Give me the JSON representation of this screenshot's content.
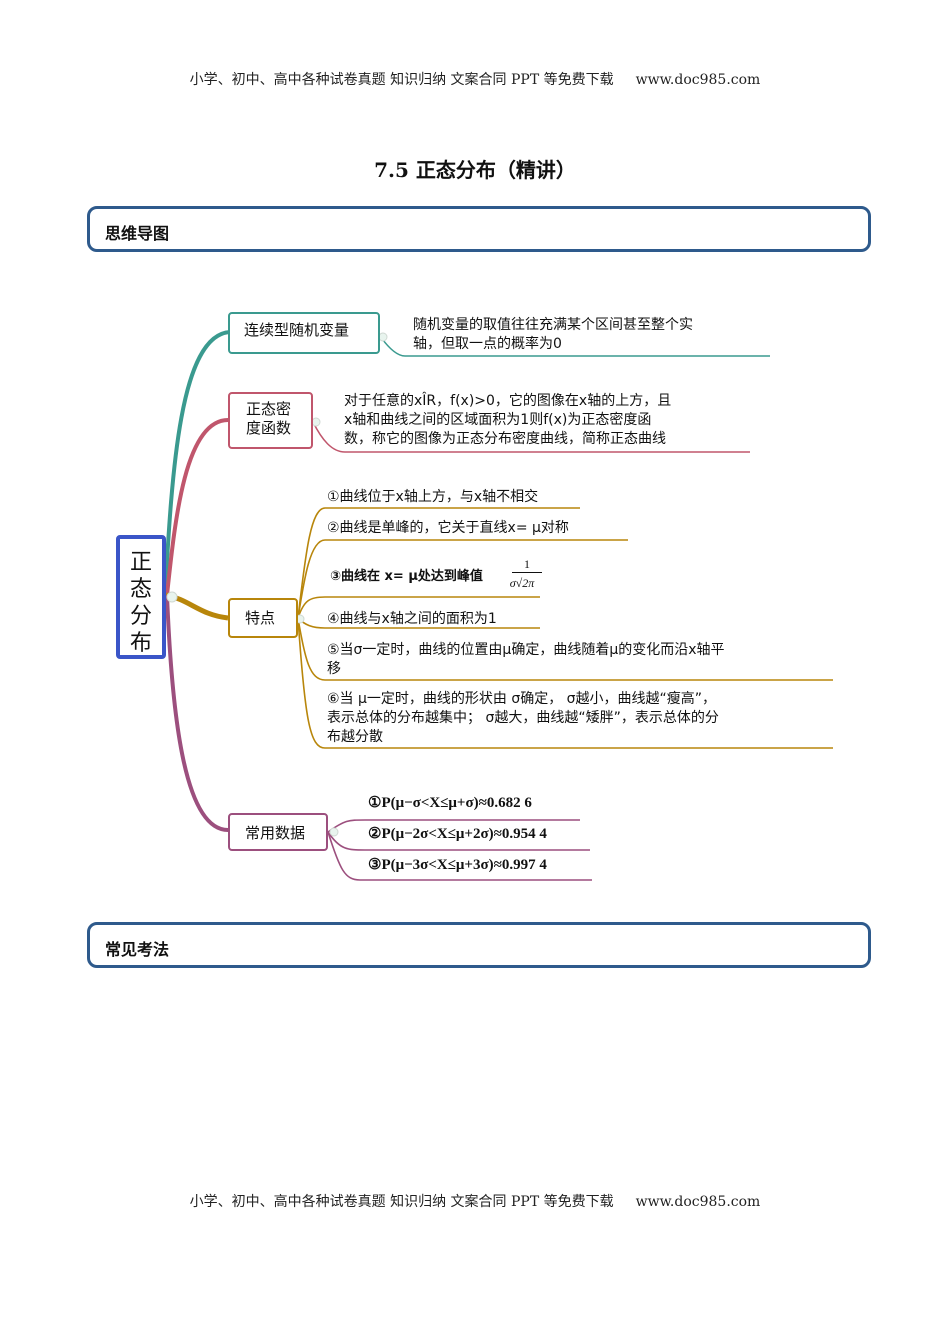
{
  "header": {
    "text": "小学、初中、高中各种试卷真题  知识归纳  文案合同  PPT 等免费下载",
    "site": "www.doc985.com"
  },
  "title": "7.5  正态分布（精讲）",
  "sections": {
    "mindmap": "思维导图",
    "exam": "常见考法"
  },
  "mindmap": {
    "center": [
      "正",
      "态",
      "分",
      "布"
    ],
    "branches": {
      "continuous": {
        "label": "连续型随机变量",
        "desc": [
          "随机变量的取值往往充满某个区间甚至整个实",
          "轴，但取一点的概率为0"
        ]
      },
      "density": {
        "label": [
          "正态密",
          "度函数"
        ],
        "desc": [
          "对于任意的xÎR，f(x)>0，它的图像在x轴的上方，且",
          "x轴和曲线之间的区域面积为1则f(x)为正态密度函",
          "数，称它的图像为正态分布密度曲线，简称正态曲线"
        ]
      },
      "features": {
        "label": "特点",
        "items": {
          "f1": "①曲线位于x轴上方，与x轴不相交",
          "f2": "②曲线是单峰的，它关于直线x= μ对称",
          "f3": "③曲线在 x= μ处达到峰值",
          "f3_num": "1",
          "f3_den": "σ√2π",
          "f4": "④曲线与x轴之间的面积为1",
          "f5": [
            "⑤当σ一定时，曲线的位置由μ确定，曲线随着μ的变化而沿x轴平",
            "移"
          ],
          "f6": [
            "⑥当 μ一定时，曲线的形状由 σ确定， σ越小，曲线越“瘦高”，",
            "表示总体的分布越集中； σ越大，曲线越“矮胖”，表示总体的分",
            "布越分散"
          ]
        }
      },
      "data": {
        "label": "常用数据",
        "items": [
          "①P(μ−σ<X≤μ+σ)≈0.682 6",
          "②P(μ−2σ<X≤μ+2σ)≈0.954 4",
          "③P(μ−3σ<X≤μ+3σ)≈0.997 4"
        ]
      }
    }
  },
  "footer": {
    "text": "小学、初中、高中各种试卷真题  知识归纳  文案合同  PPT 等免费下载",
    "site": "www.doc985.com"
  }
}
